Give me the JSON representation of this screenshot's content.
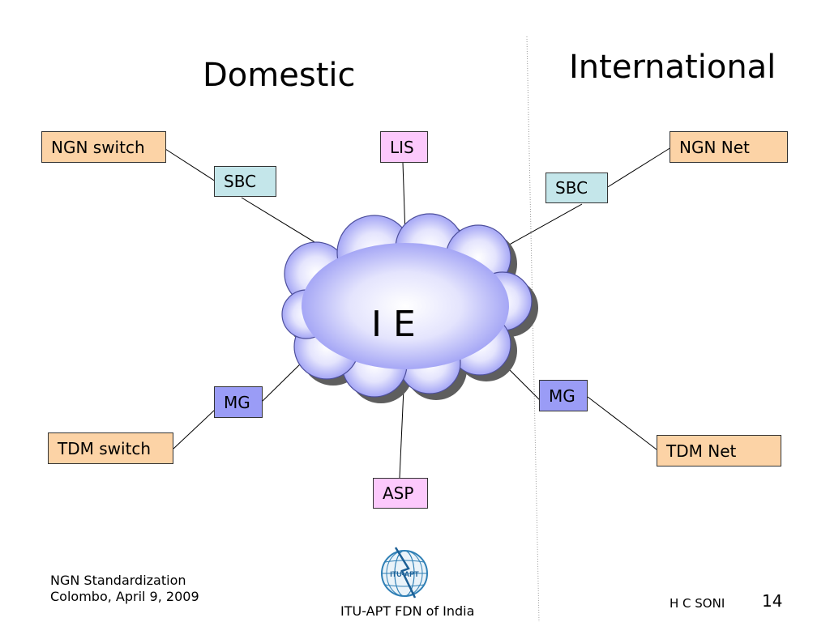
{
  "headings": {
    "left": "Domestic",
    "right": "International"
  },
  "center": {
    "label": "I E"
  },
  "nodes": {
    "ngn_switch": "NGN switch",
    "sbc_left": "SBC",
    "lis": "LIS",
    "sbc_right": "SBC",
    "ngn_net": "NGN Net",
    "mg_left": "MG",
    "tdm_switch": "TDM switch",
    "asp": "ASP",
    "mg_right": "MG",
    "tdm_net": "TDM Net"
  },
  "footer": {
    "left_line1": "NGN Standardization",
    "left_line2": "Colombo, April 9, 2009",
    "center": "ITU-APT FDN of India",
    "author": "H C SONI",
    "page": "14",
    "logo_text": "ITU-APT"
  },
  "colors": {
    "orange_box": "#fcd3a6",
    "teal_box": "#c4e6ea",
    "pink_box": "#fcc9fc",
    "blue_box": "#9a9cf6",
    "cloud_edge": "#8a8cf2",
    "cloud_center": "#ffffff"
  }
}
